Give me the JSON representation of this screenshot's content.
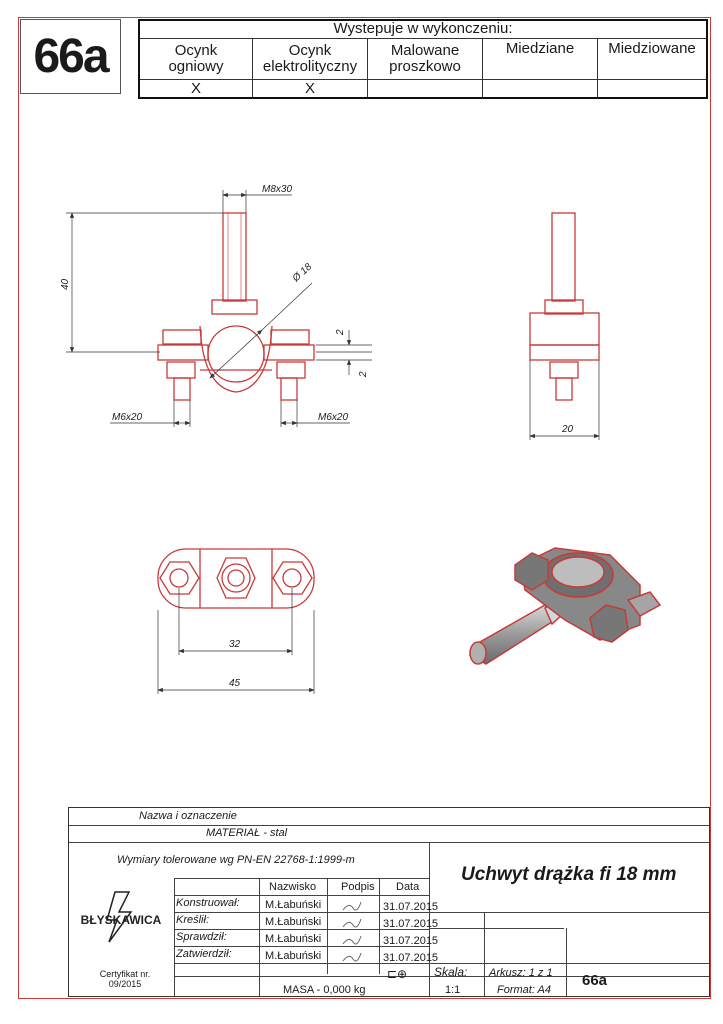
{
  "doc_number": "66a",
  "finish_table": {
    "title": "Wystepuje w wykonczeniu:",
    "columns": [
      {
        "line1": "Ocynk",
        "line2": "ogniowy",
        "mark": "X"
      },
      {
        "line1": "Ocynk",
        "line2": "elektrolityczny",
        "mark": "X"
      },
      {
        "line1": "Malowane",
        "line2": "proszkowo",
        "mark": ""
      },
      {
        "line1": "Miedziane",
        "line2": "",
        "mark": ""
      },
      {
        "line1": "Miedziowane",
        "line2": "",
        "mark": ""
      }
    ]
  },
  "dimensions": {
    "thread_top": "M8x30",
    "height": "40",
    "diameter": "Ø 18",
    "gap_top": "2",
    "gap_bottom": "2",
    "thread_left": "M6x20",
    "thread_right": "M6x20",
    "side_width": "20",
    "hole_spacing": "32",
    "overall_length": "45"
  },
  "title_block": {
    "name_label": "Nazwa i oznaczenie",
    "material": "MATERIAŁ - stal",
    "tolerance": "Wymiary tolerowane wg PN-EN 22768-1:1999-m",
    "title": "Uchwyt drążka fi 18 mm",
    "logo_text": "BŁYSKAWICA",
    "cert_line1": "Certyfikat nr.",
    "cert_line2": "09/2015",
    "col_name": "Nazwisko",
    "col_sign": "Podpis",
    "col_date": "Data",
    "rows": [
      {
        "role": "Konstruował:",
        "name": "M.Łabuński",
        "date": "31.07.2015"
      },
      {
        "role": "Kreślił:",
        "name": "M.Łabuński",
        "date": "31.07.2015"
      },
      {
        "role": "Sprawdził:",
        "name": "M.Łabuński",
        "date": "31.07.2015"
      },
      {
        "role": "Zatwierdził:",
        "name": "M.Łabuński",
        "date": "31.07.2015"
      }
    ],
    "mass": "MASA - 0,000 kg",
    "scale_label": "Skala:",
    "scale_value": "1:1",
    "sheet": "Arkusz:  1 z 1",
    "format": "Format:   A4",
    "doc_number": "66a"
  },
  "colors": {
    "outline": "#c83a3a",
    "dim": "#3a3aa0"
  }
}
